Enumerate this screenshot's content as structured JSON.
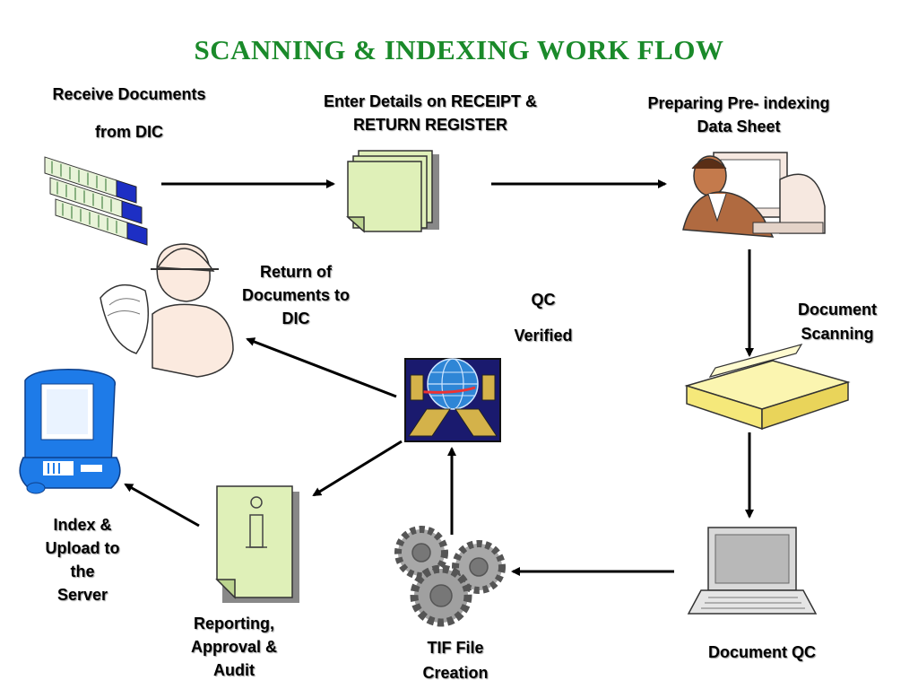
{
  "title": "SCANNING & INDEXING WORK FLOW",
  "steps": {
    "receive": {
      "line1": "Receive Documents",
      "line2": "from DIC"
    },
    "enter": {
      "line1": "Enter Details on RECEIPT &",
      "line2": "RETURN REGISTER"
    },
    "prepare": {
      "line1": "Preparing Pre- indexing",
      "line2": "Data Sheet"
    },
    "scanning": {
      "line1": "Document",
      "line2": "Scanning"
    },
    "qc": {
      "line1": "Document QC"
    },
    "tif": {
      "line1": "TIF File",
      "line2": "Creation"
    },
    "verified": {
      "line1": "QC",
      "line2": "Verified"
    },
    "return": {
      "line1": "Return of",
      "line2": "Documents to",
      "line3": "DIC"
    },
    "reporting": {
      "line1": "Reporting,",
      "line2": "Approval &",
      "line3": "Audit"
    },
    "upload": {
      "line1": "Index &",
      "line2": "Upload to",
      "line3": "the",
      "line4": "Server"
    }
  },
  "icons": {
    "receive": "document-stacks-icon",
    "enter": "paper-stack-icon",
    "prepare": "clerk-at-computer-icon",
    "scanning": "flatbed-scanner-icon",
    "qc": "laptop-icon",
    "tif": "gears-icon",
    "verified": "network-transfer-icon",
    "return": "worker-with-blueprints-icon",
    "reporting": "info-document-icon",
    "upload": "desktop-computer-icon"
  },
  "colors": {
    "title": "#1a8a2a",
    "paper": "#dff0b8",
    "arrow": "#000000",
    "computer": "#1e7be8"
  }
}
